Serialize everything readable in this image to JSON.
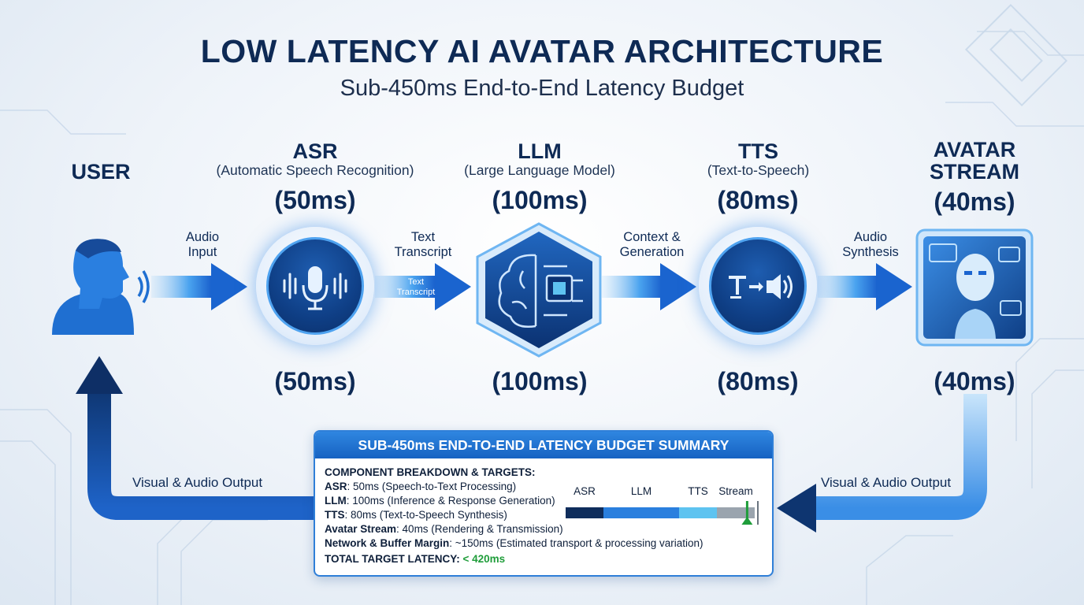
{
  "title": "LOW LATENCY AI AVATAR ARCHITECTURE",
  "subtitle": "Sub-450ms End-to-End Latency Budget",
  "user": {
    "label": "USER"
  },
  "stages": [
    {
      "name": "ASR",
      "subtitle": "(Automatic Speech Recognition)",
      "latency_top": "(50ms)",
      "latency_bottom": "(50ms)"
    },
    {
      "name": "LLM",
      "subtitle": "(Large Language Model)",
      "latency_top": "(100ms)",
      "latency_bottom": "(100ms)"
    },
    {
      "name": "TTS",
      "subtitle": "(Text-to-Speech)",
      "latency_top": "(80ms)",
      "latency_bottom": "(80ms)"
    },
    {
      "name_line1": "AVATAR",
      "name_line2": "STREAM",
      "latency_top": "(40ms)",
      "latency_bottom": "(40ms)"
    }
  ],
  "flows": [
    {
      "line1": "Audio",
      "line2": "Input"
    },
    {
      "line1": "Text",
      "line2": "Transcript",
      "inline_line1": "Text",
      "inline_line2": "Transcript"
    },
    {
      "line1": "Context &",
      "line2": "Generation"
    },
    {
      "line1": "Audio",
      "line2": "Synthesis"
    }
  ],
  "outputs": {
    "left": "Visual & Audio Output",
    "right": "Visual & Audio Output"
  },
  "summary": {
    "header": "SUB-450ms END-TO-END LATENCY BUDGET SUMMARY",
    "breakdown_title": "COMPONENT BREAKDOWN & TARGETS:",
    "lines": [
      {
        "key": "ASR",
        "text": ": 50ms (Speech-to-Text Processing)"
      },
      {
        "key": "LLM",
        "text": ": 100ms (Inference & Response Generation)"
      },
      {
        "key": "TTS",
        "text": ": 80ms (Text-to-Speech Synthesis)"
      },
      {
        "key": "Avatar Stream",
        "text": ": 40ms (Rendering & Transmission)"
      },
      {
        "key": "Network & Buffer Margin",
        "text": ": ~150ms (Estimated transport & processing variation)"
      }
    ],
    "total_label": "TOTAL TARGET LATENCY:",
    "total_value": "< 420ms",
    "bar_segments": [
      {
        "label": "ASR",
        "ms": 50,
        "color": "#0f2d5c"
      },
      {
        "label": "LLM",
        "ms": 100,
        "color": "#2a7fde"
      },
      {
        "label": "TTS",
        "ms": 50,
        "color": "#5ec3f0"
      },
      {
        "label": "Stream",
        "ms": 50,
        "color": "#9aa4ae"
      }
    ],
    "marker_color": "#1f9d3a"
  },
  "colors": {
    "navy": "#0e2a55",
    "accent": "#1f6fd1",
    "arrow_blue": "#1a64cf",
    "loop_dark": "#0e3570"
  }
}
